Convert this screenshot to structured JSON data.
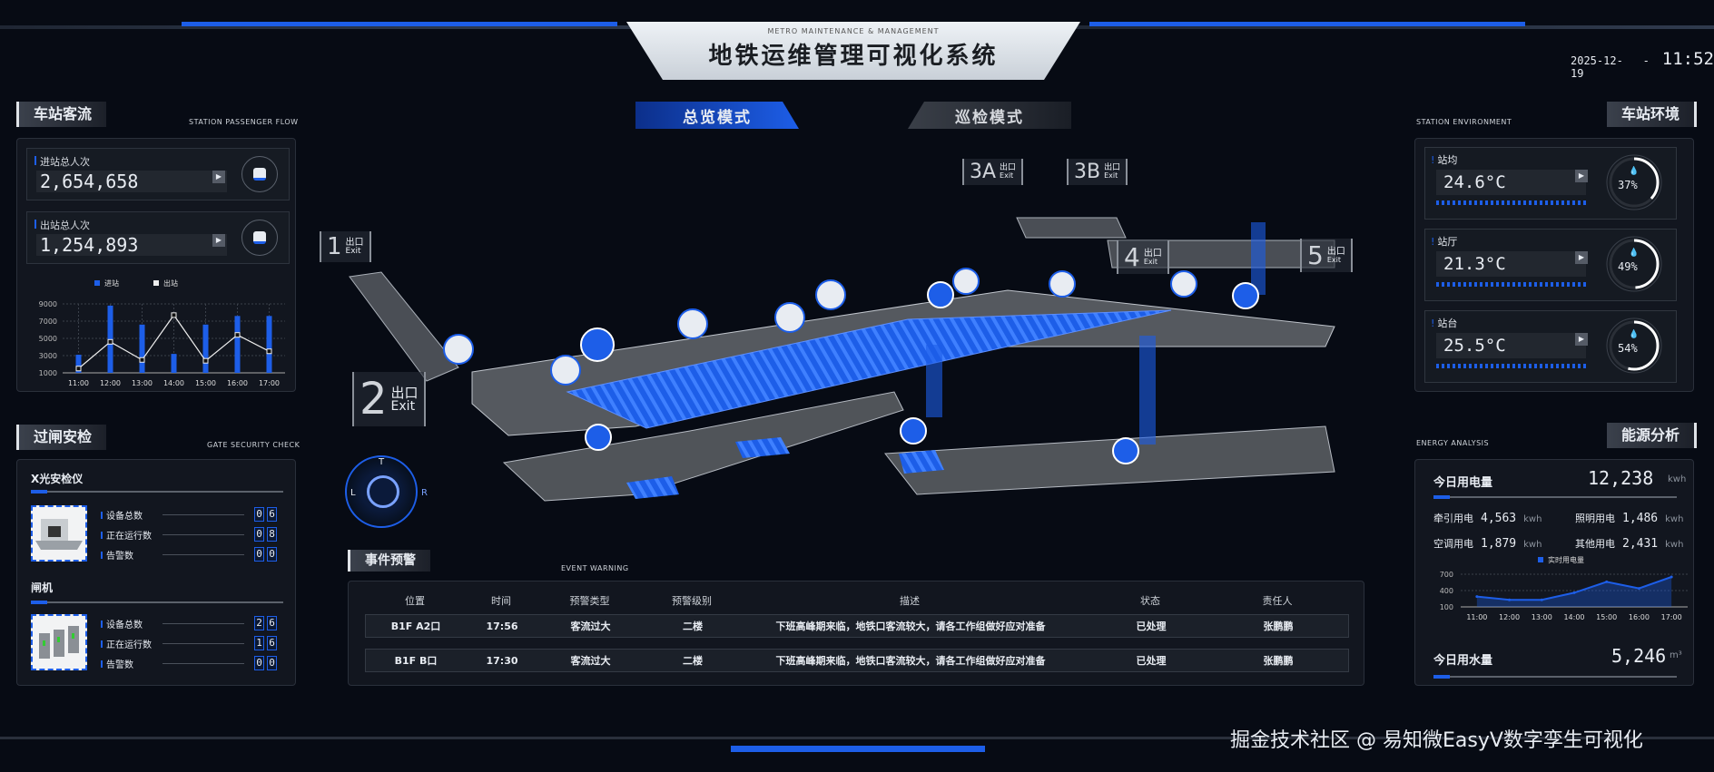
{
  "header": {
    "subtitle": "METRO MAINTENANCE & MANAGEMENT",
    "title": "地铁运维管理可视化系统",
    "modes": [
      "总览模式",
      "巡检模式"
    ],
    "date": "2025-12-19",
    "sep": "-",
    "time": "11:52"
  },
  "passenger": {
    "title": "车站客流",
    "en": "STATION PASSENGER FLOW",
    "in_label": "进站总人次",
    "in_value": "2,654,658",
    "out_label": "出站总人次",
    "out_value": "1,254,893"
  },
  "security": {
    "title": "过闸安检",
    "en": "GATE SECURITY CHECK",
    "groups": [
      {
        "name": "X光安检仪",
        "rows": [
          {
            "label": "设备总数",
            "digits": [
              "0",
              "6"
            ]
          },
          {
            "label": "正在运行数",
            "digits": [
              "0",
              "8"
            ]
          },
          {
            "label": "告警数",
            "digits": [
              "0",
              "0"
            ]
          }
        ]
      },
      {
        "name": "闸机",
        "rows": [
          {
            "label": "设备总数",
            "digits": [
              "2",
              "6"
            ]
          },
          {
            "label": "正在运行数",
            "digits": [
              "1",
              "6"
            ]
          },
          {
            "label": "告警数",
            "digits": [
              "0",
              "0"
            ]
          }
        ]
      }
    ]
  },
  "environment": {
    "title": "车站环境",
    "en": "STATION ENVIRONMENT",
    "cards": [
      {
        "label": "站均",
        "temp": "24.6°C",
        "humidity": "37%",
        "humidity_value": 37
      },
      {
        "label": "站厅",
        "temp": "21.3°C",
        "humidity": "49%",
        "humidity_value": 49
      },
      {
        "label": "站台",
        "temp": "25.5°C",
        "humidity": "54%",
        "humidity_value": 54
      }
    ]
  },
  "energy": {
    "title": "能源分析",
    "en": "ENERGY ANALYSIS",
    "power_label": "今日用电量",
    "power_value": "12,238",
    "power_unit": "kwh",
    "items": [
      {
        "label": "牵引用电",
        "value": "4,563",
        "unit": "kwh"
      },
      {
        "label": "照明用电",
        "value": "1,486",
        "unit": "kwh"
      },
      {
        "label": "空调用电",
        "value": "1,879",
        "unit": "kwh"
      },
      {
        "label": "其他用电",
        "value": "2,431",
        "unit": "kwh"
      }
    ],
    "water_label": "今日用水量",
    "water_value": "5,246",
    "water_unit": "m³"
  },
  "events": {
    "title": "事件预警",
    "en": "EVENT WARNING",
    "columns": [
      "位置",
      "时间",
      "预警类型",
      "预警级别",
      "描述",
      "状态",
      "责任人"
    ],
    "rows": [
      [
        "B1F A2口",
        "17:56",
        "客流过大",
        "二楼",
        "下班高峰期来临，地铁口客流较大，请各工作组做好应对准备",
        "已处理",
        "张鹏鹏"
      ],
      [
        "B1F B口",
        "17:30",
        "客流过大",
        "二楼",
        "下班高峰期来临，地铁口客流较大，请各工作组做好应对准备",
        "已处理",
        "张鹏鹏"
      ]
    ]
  },
  "map": {
    "exits": [
      {
        "num": "1",
        "cn": "出口",
        "en": "Exit"
      },
      {
        "num": "2",
        "cn": "出口",
        "en": "Exit"
      },
      {
        "num": "3A",
        "cn": "出口",
        "en": "Exit"
      },
      {
        "num": "3B",
        "cn": "出口",
        "en": "Exit"
      },
      {
        "num": "4",
        "cn": "出口",
        "en": "Exit"
      },
      {
        "num": "5",
        "cn": "出口",
        "en": "Exit"
      }
    ],
    "compass": {
      "t": "T",
      "l": "L",
      "r": "R"
    }
  },
  "footer": {
    "text": "掘金技术社区 @ 易知微EasyV数字孪生可视化"
  },
  "colors": {
    "accent": "#1d5ee8",
    "background": "#070b14",
    "panel": "#141921"
  },
  "chart_data": [
    {
      "type": "bar+line",
      "categories": [
        "11:00",
        "12:00",
        "13:00",
        "14:00",
        "15:00",
        "16:00",
        "17:00"
      ],
      "series": [
        {
          "name": "进站",
          "type": "bar",
          "values": [
            3100,
            8800,
            6600,
            3200,
            6600,
            7600,
            7600
          ]
        },
        {
          "name": "出站",
          "type": "line",
          "values": [
            1500,
            4600,
            2500,
            7700,
            2400,
            5400,
            3500
          ]
        }
      ],
      "yticks": [
        1000,
        3000,
        5000,
        7000,
        9000
      ],
      "ylim": [
        1000,
        9000
      ],
      "grid": true,
      "legend": "top"
    },
    {
      "type": "area",
      "categories": [
        "11:00",
        "12:00",
        "13:00",
        "14:00",
        "15:00",
        "16:00",
        "17:00"
      ],
      "series": [
        {
          "name": "实时用电量",
          "values": [
            290,
            230,
            230,
            360,
            560,
            440,
            650
          ]
        }
      ],
      "yticks": [
        100,
        400,
        700
      ],
      "ylim": [
        100,
        700
      ],
      "grid": true,
      "legend": "top"
    }
  ]
}
